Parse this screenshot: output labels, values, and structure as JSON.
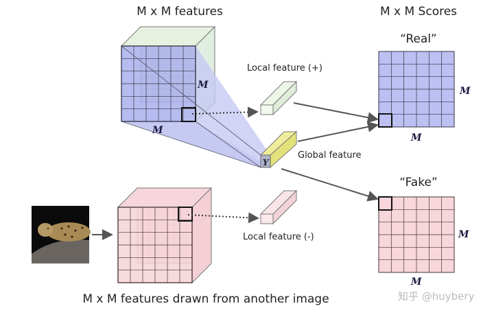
{
  "titles": {
    "features": "M x M features",
    "scores": "M x M Scores",
    "real": "“Real”",
    "fake": "“Fake”",
    "bottom": "M x M features drawn from another image"
  },
  "labels": {
    "local_pos": "Local feature (+)",
    "global": "Global feature",
    "local_neg": "Local feature (-)",
    "y": "Y",
    "m": "M"
  },
  "watermark": "知乎 @huybery",
  "colors": {
    "blue": "#b8bdf0",
    "green": "#e6f2df",
    "yellow": "#e8e68a",
    "pink": "#f6d3d8"
  }
}
